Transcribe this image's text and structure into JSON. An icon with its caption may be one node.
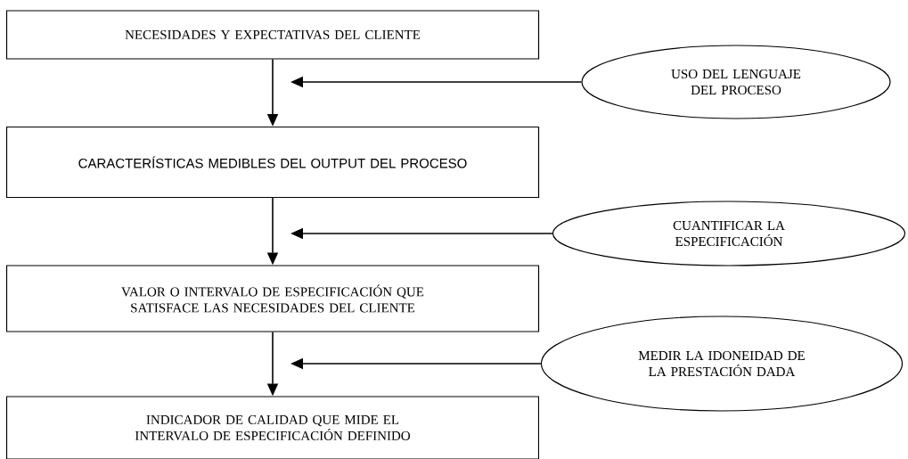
{
  "diagram": {
    "nodes": [
      {
        "text": [
          "NECESIDADES Y EXPECTATIVAS DEL CLIENTE"
        ]
      },
      {
        "text": [
          "CARACTERÍSTICAS MEDIBLES DEL OUTPUT DEL PROCESO"
        ]
      },
      {
        "text": [
          "VALOR O INTERVALO DE ESPECIFICACIÓN QUE SATISFACE LAS NECESIDADES DEL CLIENTE"
        ]
      },
      {
        "text": [
          "INDICADOR DE CALIDAD QUE MIDE EL INTERVALO DE ESPECIFICACIÓN DEFINIDO"
        ]
      },
      {
        "text": [
          "USO DEL LENGUAJE DEL PROCESO"
        ]
      },
      {
        "text": [
          "CUANTIFICAR LA ESPECIFICACIÓN"
        ]
      },
      {
        "text": [
          "MEDIR LA IDONEIDAD DE LA PRESTACIÓN DADA"
        ]
      }
    ],
    "edges": [
      {
        "from": 0,
        "to": 1,
        "arrow": "to"
      },
      {
        "from": 1,
        "to": 2,
        "arrow": "to"
      },
      {
        "from": 2,
        "to": 3,
        "arrow": "to"
      },
      {
        "from": 4,
        "to": null,
        "arrow": "to"
      },
      {
        "from": 5,
        "to": null,
        "arrow": "to"
      },
      {
        "from": 6,
        "to": null,
        "arrow": "to"
      }
    ]
  }
}
